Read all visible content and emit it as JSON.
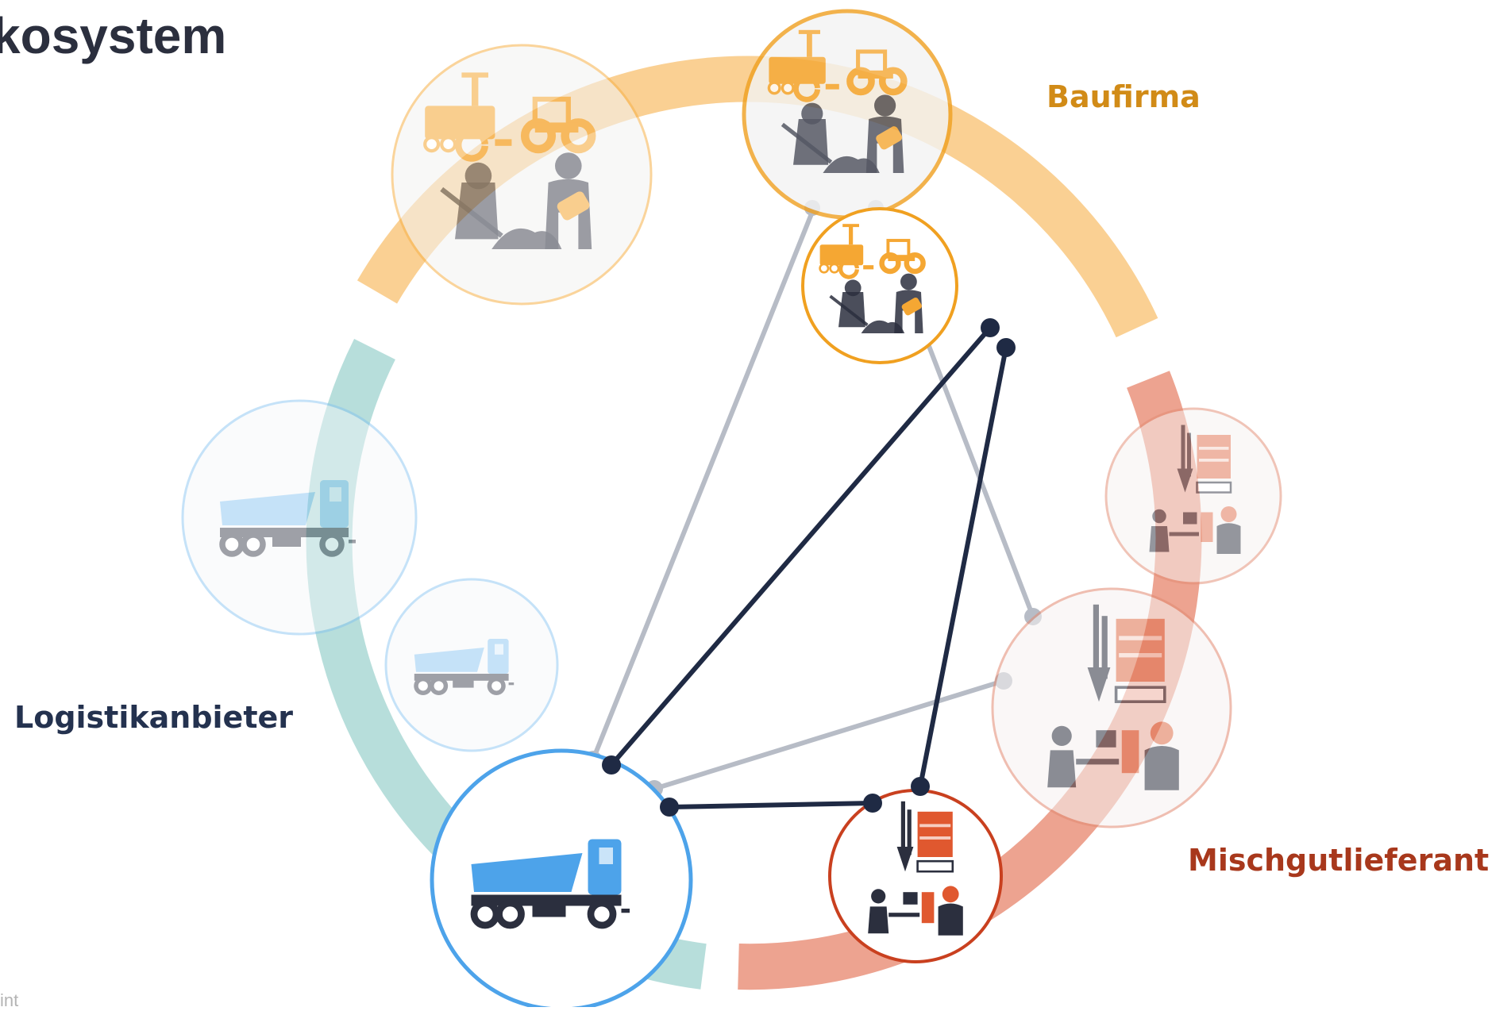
{
  "title": "kosystem",
  "labels": {
    "baufirma": "Baufirma",
    "logistikanbieter": "Logistikanbieter",
    "mischgutlieferant": "Mischgutlieferant"
  },
  "footer": "int",
  "colors": {
    "baufirma": "#f7b24a",
    "logistik": "#4da3ea",
    "mischgut": "#d9512f",
    "ring_teal": "#9fd3cf",
    "link_active": "#1f2a44",
    "link_inactive": "#b7bcc6"
  },
  "icons": {
    "baufirma": "construction-crew-icon",
    "logistik": "dump-truck-icon",
    "mischgut": "asphalt-plant-icon"
  }
}
